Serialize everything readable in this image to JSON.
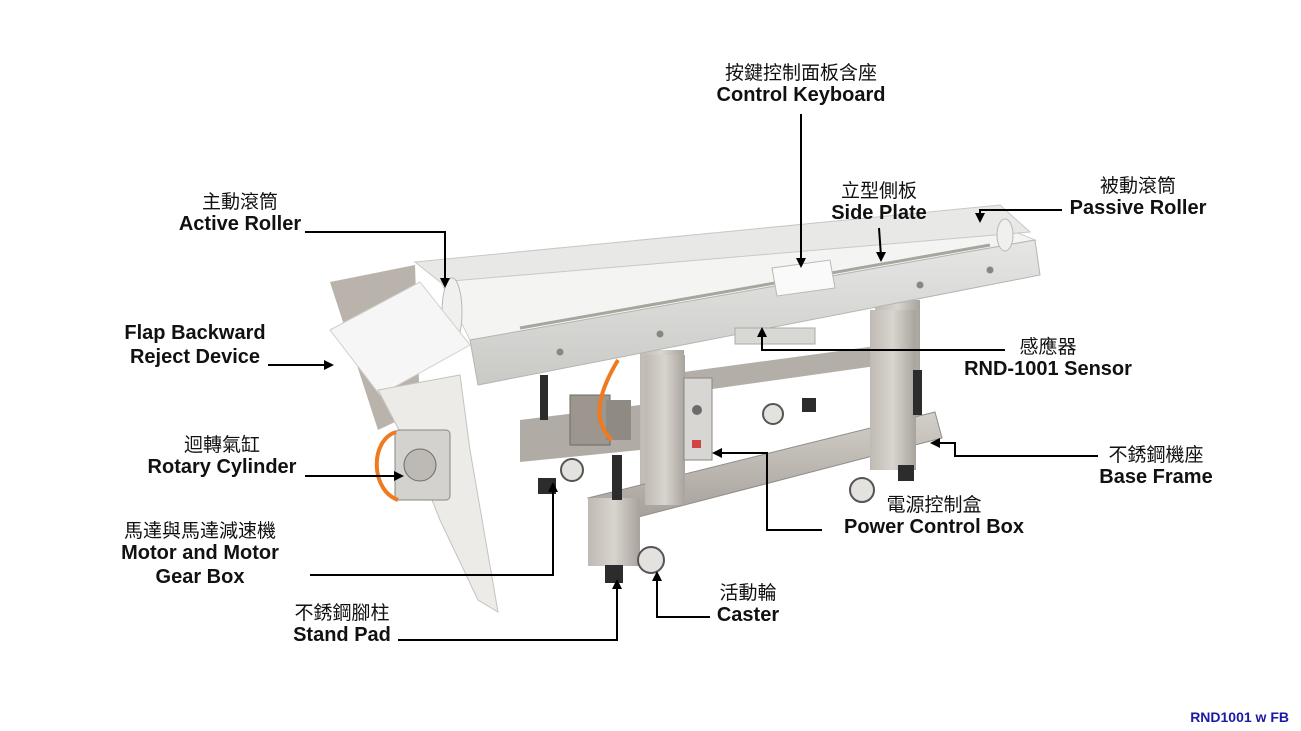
{
  "labels": {
    "control_keyboard": {
      "zh": "按鍵控制面板含座",
      "en": "Control Keyboard"
    },
    "side_plate": {
      "zh": "立型側板",
      "en": "Side Plate"
    },
    "passive_roller": {
      "zh": "被動滾筒",
      "en": "Passive Roller"
    },
    "active_roller": {
      "zh": "主動滾筒",
      "en": "Active Roller"
    },
    "flap_reject": {
      "line1": "Flap Backward",
      "line2": "Reject Device"
    },
    "sensor": {
      "zh": "感應器",
      "en": "RND-1001 Sensor"
    },
    "rotary_cylinder": {
      "zh": "迴轉氣缸",
      "en": "Rotary Cylinder"
    },
    "base_frame": {
      "zh": "不銹鋼機座",
      "en": "Base Frame"
    },
    "power_box": {
      "zh": "電源控制盒",
      "en": "Power Control Box"
    },
    "motor": {
      "zh": "馬達與馬達減速機",
      "en1": "Motor and Motor",
      "en2": "Gear Box"
    },
    "caster": {
      "zh": "活動輪",
      "en": "Caster"
    },
    "stand_pad": {
      "zh": "不銹鋼腳柱",
      "en": "Stand Pad"
    }
  },
  "model_code": "RND1001 w FB",
  "colors": {
    "leader_line": "#000000",
    "steel": "#b9b4ad",
    "belt": "#f4f4f2",
    "model_code": "#1a1aa6",
    "cable": "#f07a20"
  }
}
